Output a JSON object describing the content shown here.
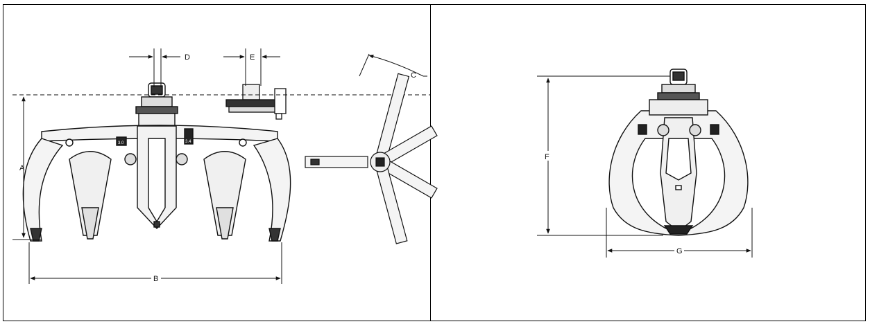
{
  "labels": {
    "A": "A",
    "B": "B",
    "C": "C",
    "D": "D",
    "E": "E",
    "F": "F",
    "G": "G"
  },
  "plate_markings": {
    "left": "3.0",
    "right": "3.4"
  }
}
